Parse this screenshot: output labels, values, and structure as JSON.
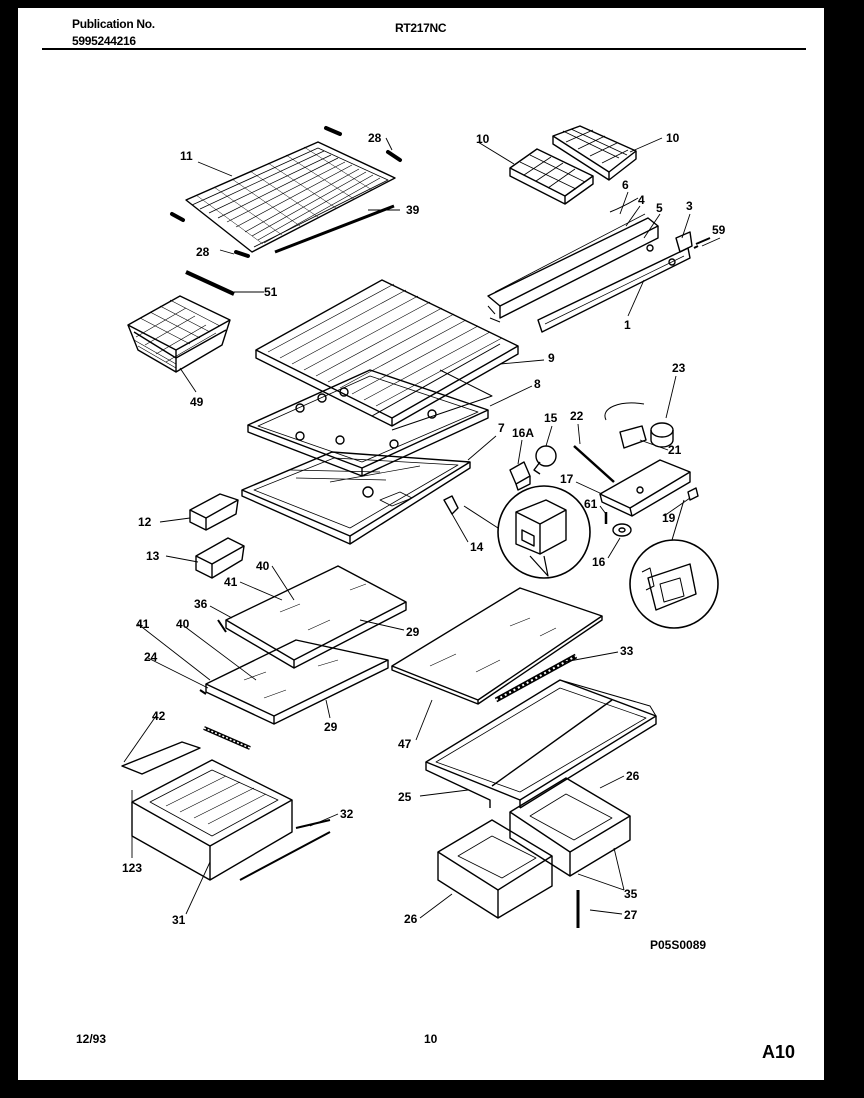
{
  "header": {
    "pub_label": "Publication No.",
    "pub_number": "5995244216",
    "model": "RT217NC"
  },
  "callouts": [
    {
      "id": "c28a",
      "text": "28"
    },
    {
      "id": "c11",
      "text": "11"
    },
    {
      "id": "c39",
      "text": "39"
    },
    {
      "id": "c28b",
      "text": "28"
    },
    {
      "id": "c10a",
      "text": "10"
    },
    {
      "id": "c10b",
      "text": "10"
    },
    {
      "id": "c6",
      "text": "6"
    },
    {
      "id": "c4",
      "text": "4"
    },
    {
      "id": "c5",
      "text": "5"
    },
    {
      "id": "c3",
      "text": "3"
    },
    {
      "id": "c59",
      "text": "59"
    },
    {
      "id": "c1",
      "text": "1"
    },
    {
      "id": "c51",
      "text": "51"
    },
    {
      "id": "c49",
      "text": "49"
    },
    {
      "id": "c9",
      "text": "9"
    },
    {
      "id": "c8",
      "text": "8"
    },
    {
      "id": "c23",
      "text": "23"
    },
    {
      "id": "c22",
      "text": "22"
    },
    {
      "id": "c15",
      "text": "15"
    },
    {
      "id": "c16a",
      "text": "16A"
    },
    {
      "id": "c7",
      "text": "7"
    },
    {
      "id": "c21",
      "text": "21"
    },
    {
      "id": "c17",
      "text": "17"
    },
    {
      "id": "c61",
      "text": "61"
    },
    {
      "id": "c19",
      "text": "19"
    },
    {
      "id": "c12",
      "text": "12"
    },
    {
      "id": "c13",
      "text": "13"
    },
    {
      "id": "c14",
      "text": "14"
    },
    {
      "id": "c16",
      "text": "16"
    },
    {
      "id": "c40a",
      "text": "40"
    },
    {
      "id": "c41a",
      "text": "41"
    },
    {
      "id": "c36",
      "text": "36"
    },
    {
      "id": "c29a",
      "text": "29"
    },
    {
      "id": "c41b",
      "text": "41"
    },
    {
      "id": "c40b",
      "text": "40"
    },
    {
      "id": "c24",
      "text": "24"
    },
    {
      "id": "c29b",
      "text": "29"
    },
    {
      "id": "c33",
      "text": "33"
    },
    {
      "id": "c47",
      "text": "47"
    },
    {
      "id": "c42",
      "text": "42"
    },
    {
      "id": "c25",
      "text": "25"
    },
    {
      "id": "c26a",
      "text": "26"
    },
    {
      "id": "c32",
      "text": "32"
    },
    {
      "id": "c123",
      "text": "123"
    },
    {
      "id": "c31",
      "text": "31"
    },
    {
      "id": "c35",
      "text": "35"
    },
    {
      "id": "c27",
      "text": "27"
    },
    {
      "id": "c26b",
      "text": "26"
    },
    {
      "id": "c_ref",
      "text": "P05S0089"
    }
  ],
  "footer": {
    "date": "12/93",
    "page": "10",
    "code": "A10"
  }
}
